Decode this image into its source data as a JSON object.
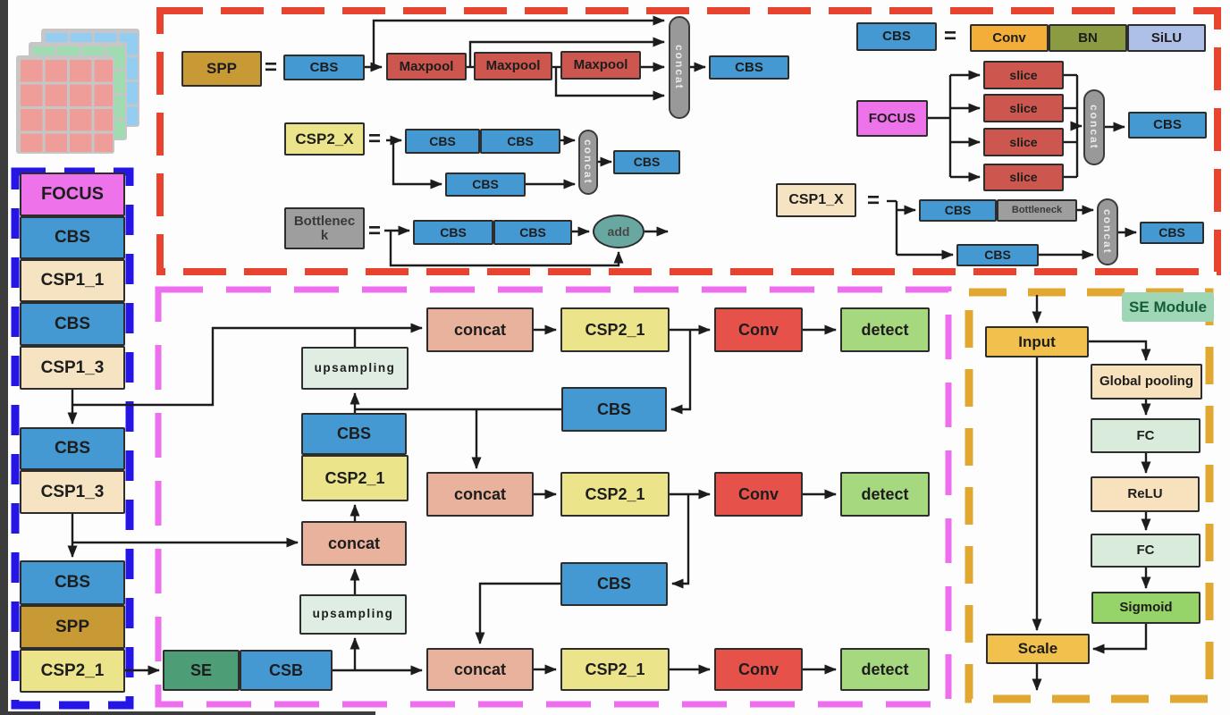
{
  "colors": {
    "cbs_blue": "#4599d2",
    "focus_magenta": "#ee72ea",
    "csp1_cream": "#f6e3c1",
    "csp2_khaki": "#ebe48b",
    "spp_gold": "#c89a35",
    "pool_red": "#cd574e",
    "concat_capsule_gray": "#999999",
    "bottleneck_gray": "#9e9e9e",
    "conv_orange": "#f2ae39",
    "bn_olive": "#8a9b41",
    "silu_periwinkle": "#afc0e8",
    "add_teal": "#68a8a0",
    "neck_concat_salmon": "#e9b29c",
    "conv_red": "#e6514a",
    "detect_green": "#a6d880",
    "upsampling_mint": "#dfede3",
    "se_green": "#4d9d76",
    "input_scale_gold": "#f2c14d",
    "pooling_relu_peach": "#f8e2bd",
    "fc_mint": "#d9ecdc",
    "sigmoid_green": "#96d368",
    "se_label_green": "#9fd6b6",
    "frame_red": "#e8432e",
    "frame_blue": "#2616e6",
    "frame_pink": "#ee6ef0",
    "frame_gold": "#e0a830"
  },
  "backbone": {
    "block1": [
      "FOCUS",
      "CBS",
      "CSP1_1",
      "CBS",
      "CSP1_3"
    ],
    "block2": [
      "CBS",
      "CSP1_3"
    ],
    "block3": [
      "CBS",
      "SPP",
      "CSP2_1"
    ],
    "se": "SE",
    "csb": "CSB"
  },
  "defs": {
    "spp": {
      "title": "SPP",
      "eq": "=",
      "cbs_in": "CBS",
      "maxpool1": "Maxpool",
      "maxpool2": "Maxpool",
      "maxpool3": "Maxpool",
      "concat": "concat",
      "cbs_out": "CBS"
    },
    "csp2x": {
      "title": "CSP2_X",
      "eq": "=",
      "cbs_top1": "CBS",
      "cbs_top2": "CBS",
      "cbs_bottom": "CBS",
      "concat": "concat",
      "cbs_out": "CBS"
    },
    "bottleneck": {
      "title_line1": "Bottlenec",
      "title_line2": "k",
      "eq": "=",
      "cbs1": "CBS",
      "cbs2": "CBS",
      "add": "add"
    },
    "cbs": {
      "title": "CBS",
      "eq": "=",
      "conv": "Conv",
      "bn": "BN",
      "silu": "SiLU"
    },
    "focus": {
      "title": "FOCUS",
      "slice1": "slice",
      "slice2": "slice",
      "slice3": "slice",
      "slice4": "slice",
      "concat": "concat",
      "cbs_out": "CBS"
    },
    "csp1x": {
      "title": "CSP1_X",
      "eq": "=",
      "cbs_top": "CBS",
      "bottleneck": "Bottleneck",
      "cbs_bottom": "CBS",
      "concat": "concat",
      "cbs_out": "CBS"
    }
  },
  "neck": {
    "row_p3": {
      "concat": "concat",
      "csp": "CSP2_1",
      "conv": "Conv",
      "detect": "detect"
    },
    "row_p4": {
      "concat": "concat",
      "csp": "CSP2_1",
      "conv": "Conv",
      "detect": "detect"
    },
    "row_p5": {
      "concat": "concat",
      "csp": "CSP2_1",
      "conv": "Conv",
      "detect": "detect"
    },
    "upsampling_top": "upsampling",
    "upsampling_bottom": "upsampling",
    "cbs_stack": "CBS",
    "csp_stack": "CSP2_1",
    "concat_left": "concat",
    "cbs_down_1": "CBS",
    "cbs_down_2": "CBS"
  },
  "se_module": {
    "title": "SE Module",
    "input": "Input",
    "global_pooling": "Global pooling",
    "fc1": "FC",
    "relu": "ReLU",
    "fc2": "FC",
    "sigmoid": "Sigmoid",
    "scale": "Scale"
  }
}
